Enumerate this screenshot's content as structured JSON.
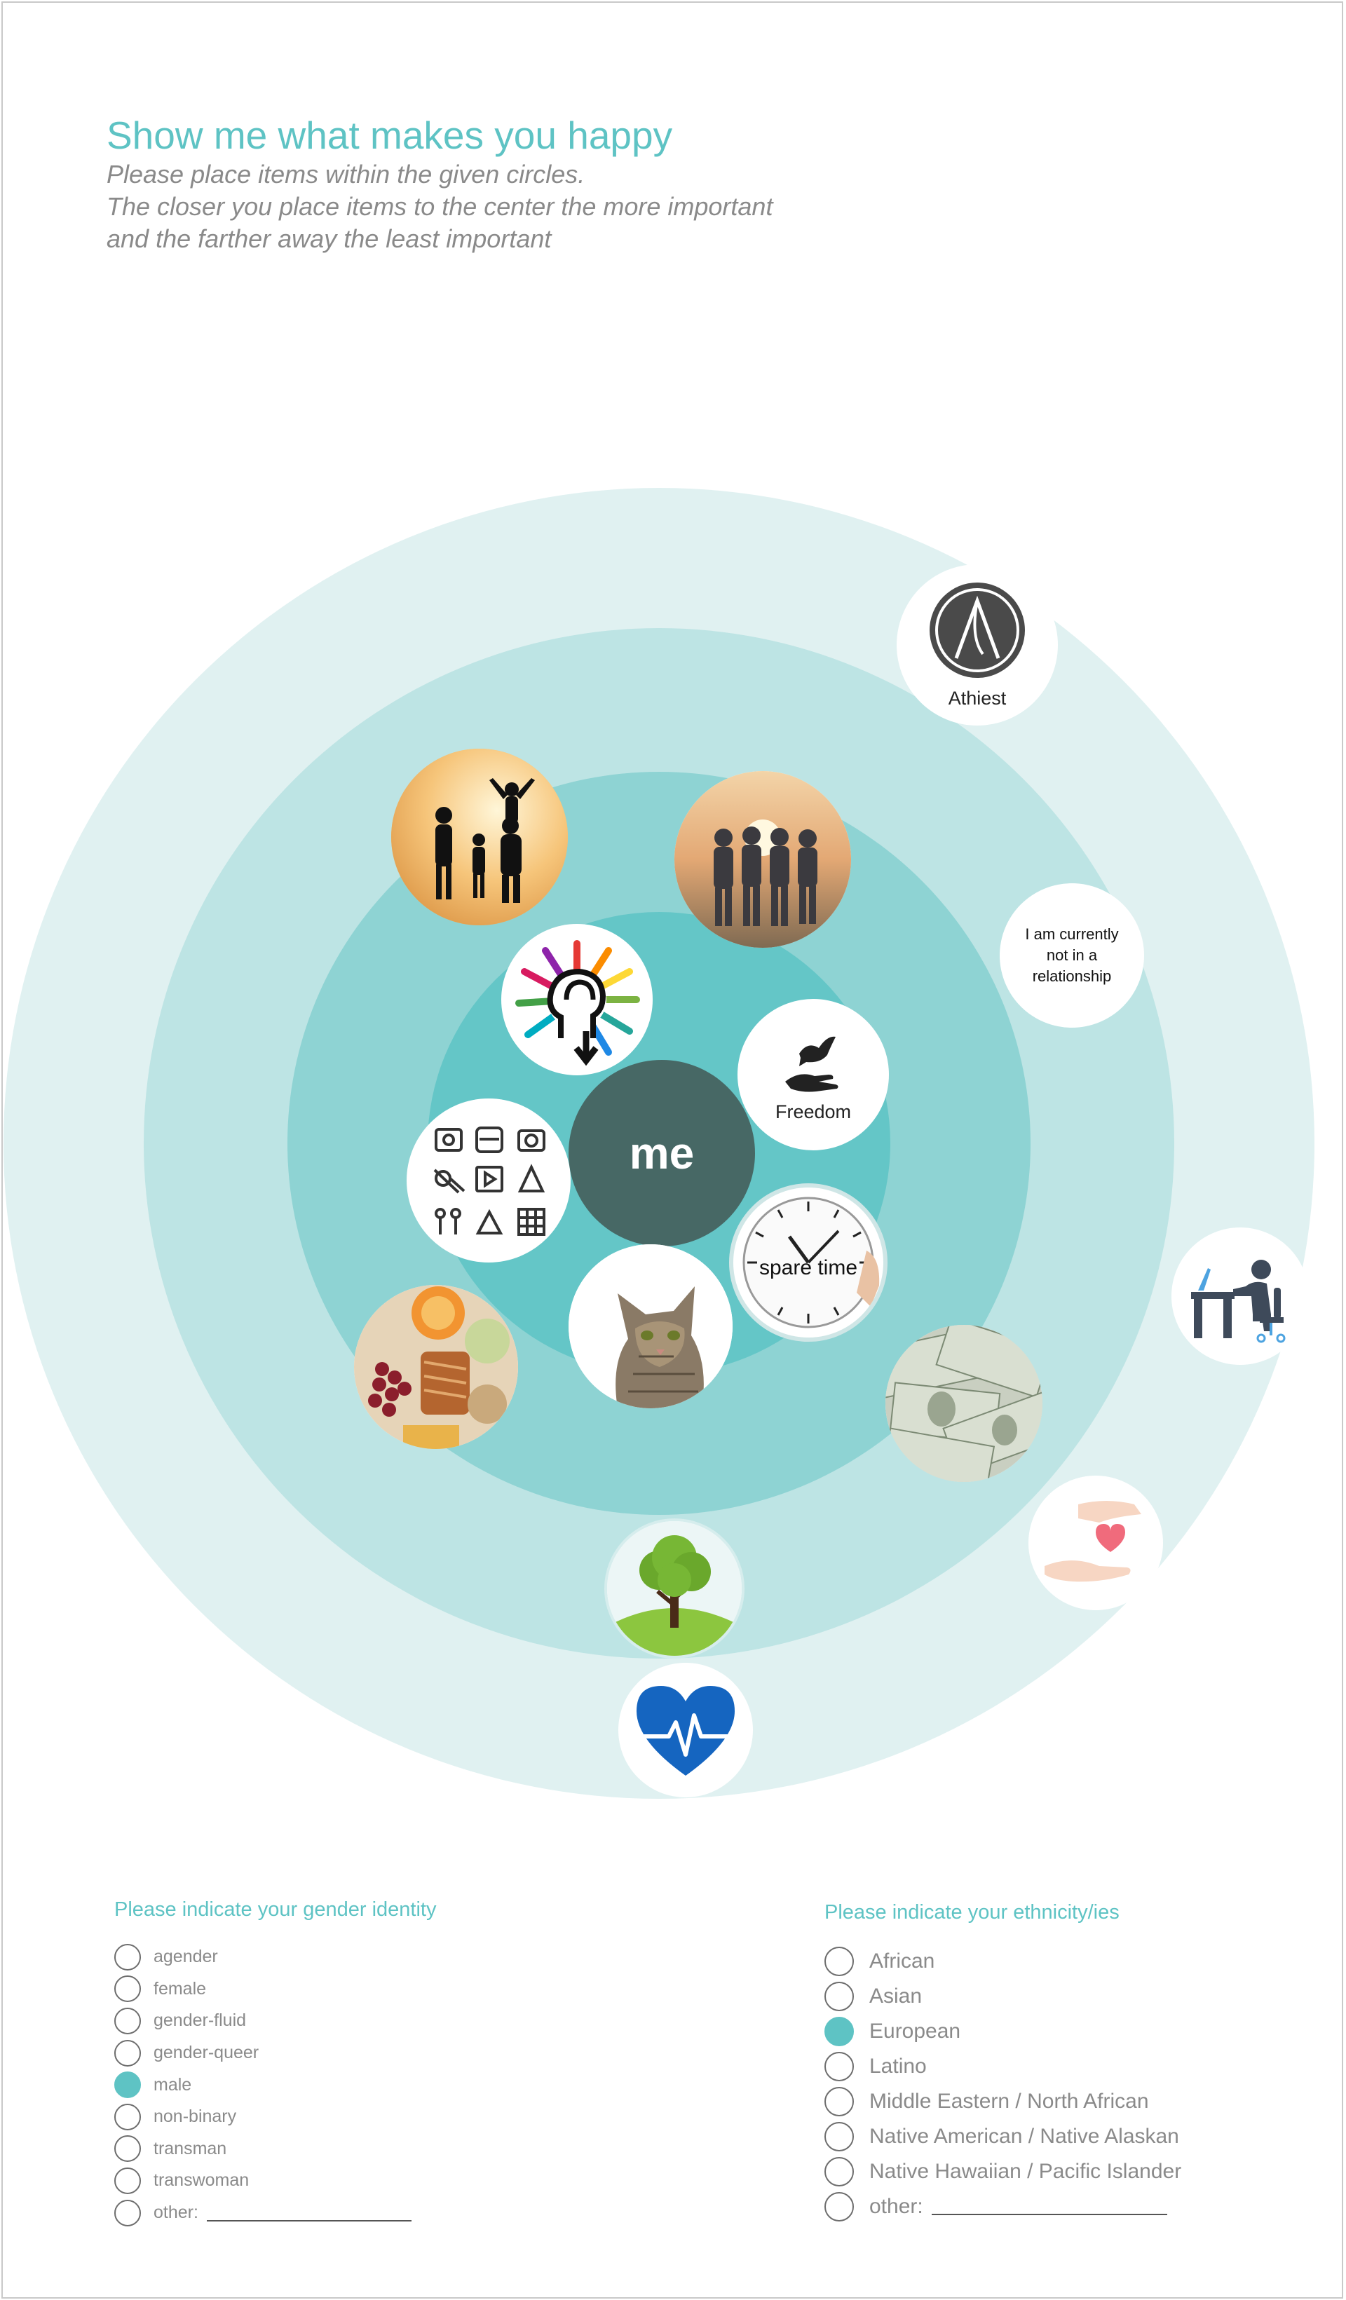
{
  "header": {
    "title": "Show me what makes you happy",
    "instructions": [
      "Please place items within the given circles.",
      "The closer you place items to the center the more important",
      "and the farther away the least important"
    ]
  },
  "center_label": "me",
  "colors": {
    "accent": "#5ec3c4",
    "ring_outer": "#e0f1f1",
    "ring_2": "#bde4e4",
    "ring_3": "#8ed3d3",
    "ring_inner": "#64c6c7",
    "center": "#476865",
    "muted_text": "#8a8a8a"
  },
  "items": {
    "atheist": {
      "label": "Athiest",
      "icon": "atheism-symbol-icon"
    },
    "relationship": {
      "label": "I am currently not in a relationship"
    },
    "freedom": {
      "label": "Freedom",
      "icon": "dove-on-hand-icon"
    },
    "spare_time": {
      "label": "spare time",
      "icon": "clock-icon"
    },
    "family": {
      "icon": "family-silhouette-photo"
    },
    "friends": {
      "icon": "friends-group-photo"
    },
    "mind": {
      "icon": "colorful-mind-head-icon"
    },
    "hobbies": {
      "icon": "hobbies-grid-icon"
    },
    "cat": {
      "icon": "cat-photo"
    },
    "food": {
      "icon": "food-photo"
    },
    "money": {
      "icon": "money-photo"
    },
    "work": {
      "icon": "person-at-desk-icon"
    },
    "care": {
      "icon": "heart-in-hands-icon"
    },
    "nature": {
      "icon": "tree-on-hill-icon"
    },
    "health": {
      "icon": "heartbeat-icon"
    }
  },
  "gender": {
    "title": "Please indicate your gender identity",
    "options": [
      {
        "label": "agender",
        "checked": false
      },
      {
        "label": "female",
        "checked": false
      },
      {
        "label": "gender-fluid",
        "checked": false
      },
      {
        "label": "gender-queer",
        "checked": false
      },
      {
        "label": "male",
        "checked": true
      },
      {
        "label": "non-binary",
        "checked": false
      },
      {
        "label": "transman",
        "checked": false
      },
      {
        "label": "transwoman",
        "checked": false
      }
    ],
    "other_label": "other:"
  },
  "ethnicity": {
    "title": "Please indicate your ethnicity/ies",
    "options": [
      {
        "label": "African",
        "checked": false
      },
      {
        "label": "Asian",
        "checked": false
      },
      {
        "label": "European",
        "checked": true
      },
      {
        "label": "Latino",
        "checked": false
      },
      {
        "label": "Middle Eastern / North African",
        "checked": false
      },
      {
        "label": "Native American / Native Alaskan",
        "checked": false
      },
      {
        "label": "Native Hawaiian / Pacific Islander",
        "checked": false
      }
    ],
    "other_label": "other:"
  }
}
